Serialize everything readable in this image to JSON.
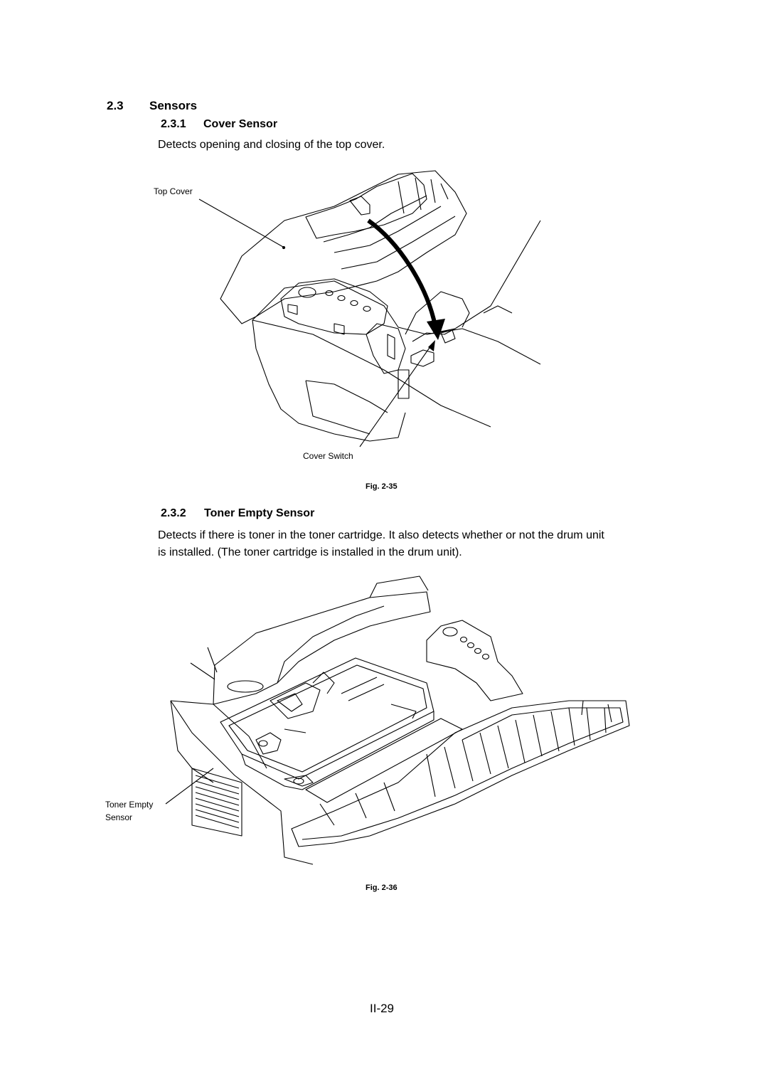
{
  "section": {
    "number": "2.3",
    "title": "Sensors"
  },
  "cover_sensor": {
    "number": "2.3.1",
    "title": "Cover Sensor",
    "description": "Detects opening and closing of the top cover.",
    "figure": {
      "label_top_cover": "Top Cover",
      "label_cover_switch": "Cover Switch",
      "caption": "Fig. 2-35"
    }
  },
  "toner_sensor": {
    "number": "2.3.2",
    "title": "Toner Empty Sensor",
    "description_line1": "Detects if there is toner in the toner cartridge.  It also detects whether or not the drum unit",
    "description_line2": "is installed.  (The toner cartridge is installed in the drum unit).",
    "figure": {
      "label_toner_line1": "Toner Empty",
      "label_toner_line2": "Sensor",
      "caption": "Fig. 2-36"
    }
  },
  "page_number": "II-29"
}
